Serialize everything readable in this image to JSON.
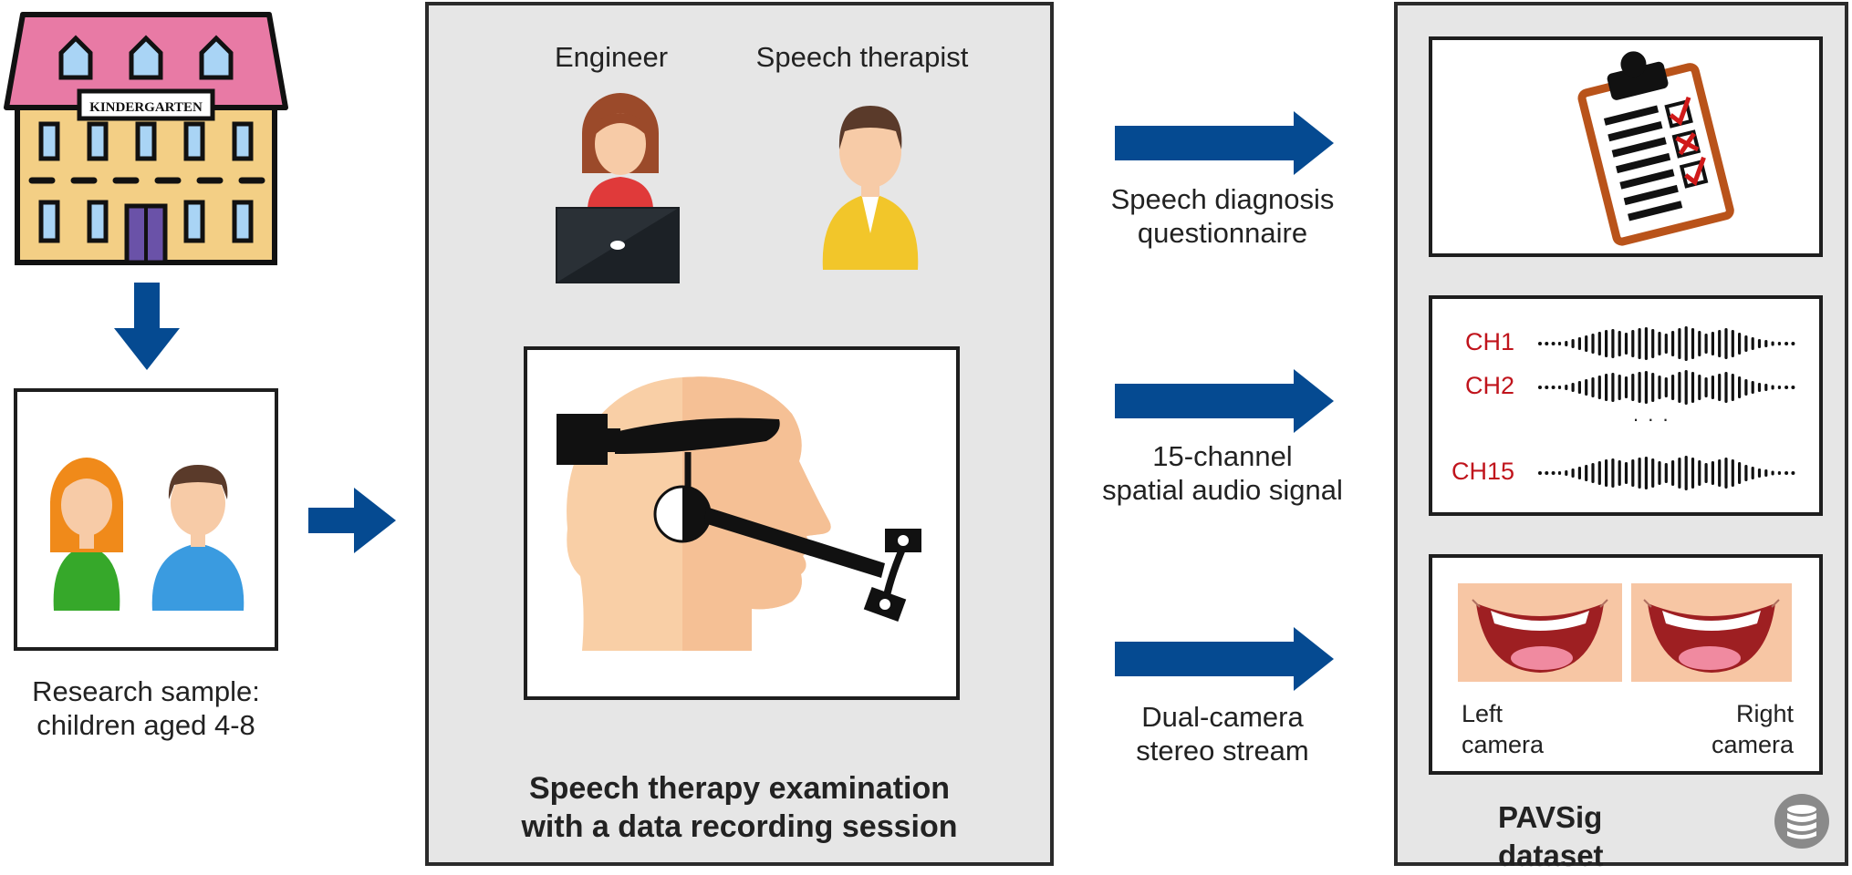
{
  "left": {
    "building_sign": "KINDERGARTEN",
    "sample_label_line1": "Research sample:",
    "sample_label_line2": "children aged 4-8"
  },
  "middle": {
    "role_engineer": "Engineer",
    "role_therapist": "Speech therapist",
    "caption_line1": "Speech therapy examination",
    "caption_line2": "with a data recording session"
  },
  "streams": {
    "questionnaire_line1": "Speech diagnosis",
    "questionnaire_line2": "questionnaire",
    "audio_line1": "15-channel",
    "audio_line2": "spatial audio signal",
    "video_line1": "Dual-camera",
    "video_line2": "stereo stream"
  },
  "dataset": {
    "title": "PAVSig dataset",
    "channels": [
      "CH1",
      "CH2",
      "CH15"
    ],
    "ellipsis": ". . .",
    "left_cam_line1": "Left",
    "left_cam_line2": "camera",
    "right_cam_line1": "Right",
    "right_cam_line2": "camera"
  },
  "colors": {
    "arrow": "#054a91",
    "channel_text": "#c0141c",
    "panel_bg": "#e6e6e6"
  }
}
